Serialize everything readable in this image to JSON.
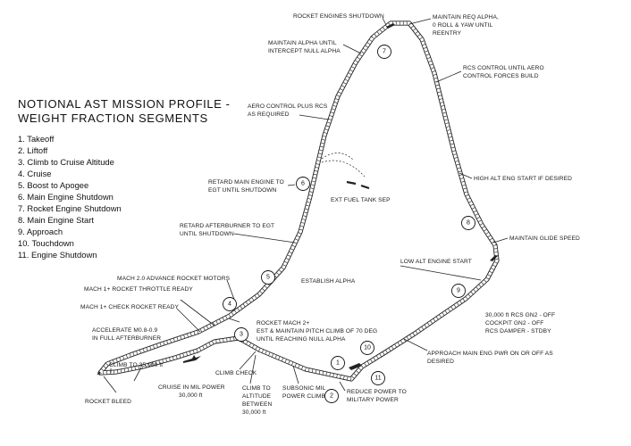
{
  "title": {
    "line1": "NOTIONAL AST MISSION PROFILE -",
    "line2": "WEIGHT FRACTION SEGMENTS"
  },
  "segments": [
    "1. Takeoff",
    "2. Liftoff",
    "3. Climb to Cruise Altitude",
    "4. Cruise",
    "5. Boost to Apogee",
    "6. Main Engine Shutdown",
    "7. Rocket Engine Shutdown",
    "8. Main Engine Start",
    "9. Approach",
    "10. Touchdown",
    "11. Engine Shutdown"
  ],
  "markers": [
    "1",
    "2",
    "3",
    "4",
    "5",
    "6",
    "7",
    "8",
    "9",
    "10",
    "11"
  ],
  "annotations": {
    "rocket_engines_shutdown": "ROCKET ENGINES SHUTDOWN",
    "maintain_req_alpha": [
      "MAINTAIN REQ ALPHA,",
      "0 ROLL & YAW UNTIL",
      "REENTRY"
    ],
    "maintain_alpha_until": [
      "MAINTAIN ALPHA UNTIL",
      "INTERCEPT NULL ALPHA"
    ],
    "rcs_control": [
      "RCS CONTROL UNTIL AERO",
      "CONTROL FORCES BUILD"
    ],
    "aero_control": [
      "AERO CONTROL PLUS RCS",
      "AS REQUIRED"
    ],
    "high_alt_eng_start": "HIGH ALT ENG START IF DESIRED",
    "retard_main_engine": [
      "RETARD MAIN ENGINE TO",
      "EGT UNTIL SHUTDOWN"
    ],
    "ext_fuel_tank_sep": "EXT FUEL TANK SEP",
    "retard_afterburner": [
      "RETARD AFTERBURNER TO EGT",
      "UNTIL SHUTDOWN"
    ],
    "maintain_glide_speed": "MAINTAIN GLIDE SPEED",
    "low_alt_engine_start": "LOW ALT ENGINE START",
    "mach2_advance": "MACH 2.0 ADVANCE ROCKET MOTORS",
    "establish_alpha": "ESTABLISH ALPHA",
    "mach1_throttle": "MACH 1+ ROCKET THROTTLE READY",
    "mach1_check": "MACH 1+ CHECK ROCKET READY",
    "rcs_gn2": [
      "30,000 ft RCS GN2 - OFF",
      "COCKPIT GN2 - OFF",
      "RCS DAMPER - STDBY"
    ],
    "rocket_mach2": [
      "ROCKET MACH 2+",
      "EST & MAINTAIN PITCH CLIMB OF 70 DEG",
      "UNTIL REACHING NULL ALPHA"
    ],
    "accelerate": [
      "ACCELERATE M0.8-0.9",
      "IN FULL AFTERBURNER"
    ],
    "climb_35000": "CLIMB TO 35,000 ft",
    "climb_check": "CLIMB CHECK",
    "approach_main_eng": [
      "APPROACH MAIN ENG PWR ON OR OFF AS",
      "DESIRED"
    ],
    "cruise_mil_power": [
      "CRUISE IN MIL POWER",
      "30,000 ft"
    ],
    "climb_to_altitude": [
      "CLIMB TO",
      "ALTITUDE",
      "BETWEEN",
      "30,000 ft"
    ],
    "subsonic_mil": [
      "SUBSONIC MIL",
      "POWER CLIMB"
    ],
    "reduce_power": [
      "REDUCE POWER TO",
      "MILITARY POWER"
    ],
    "rocket_bleed": "ROCKET BLEED"
  }
}
